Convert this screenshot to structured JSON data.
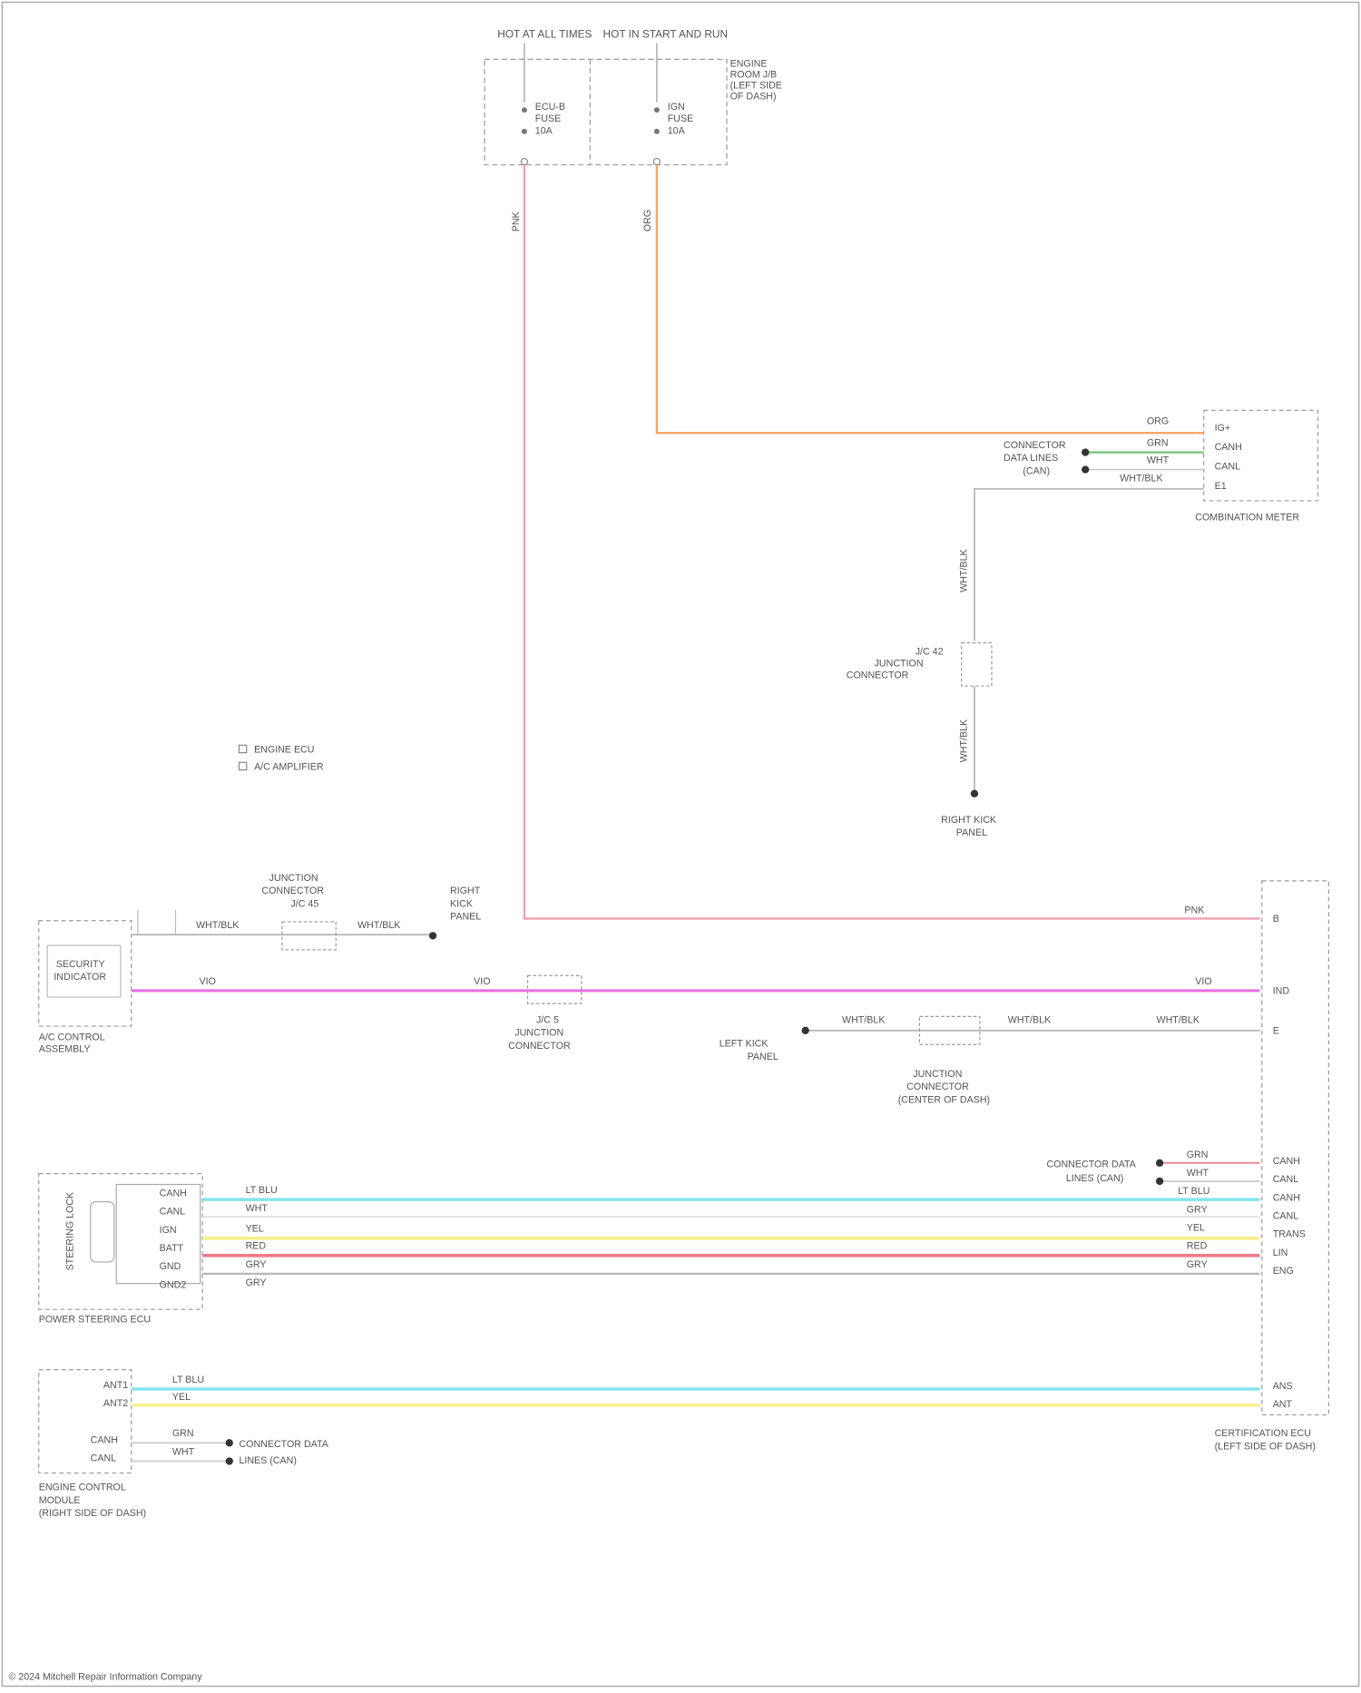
{
  "diagram": {
    "footer_text": "© 2024 Mitchell Repair Information Company",
    "colors": {
      "pink": "#f4a0b4",
      "orange": "#f6a66a",
      "magenta": "#e96ee6",
      "cyan": "#84e4ee",
      "yellow": "#f7f08a",
      "red": "#f07a8a",
      "gray": "#b9b9b9",
      "green": "#78c878",
      "border": "#aaaaaa",
      "dash": "#9a9a9a"
    },
    "fuse_box": {
      "label_left": "HOT AT ALL TIMES",
      "label_right": "HOT IN START AND RUN",
      "side_label": [
        "ENGINE",
        "ROOM J/B",
        "(LEFT SIDE",
        "OF DASH)"
      ],
      "fuse_left": [
        "ECU-B",
        "FUSE",
        "10A"
      ],
      "fuse_right": [
        "IGN",
        "FUSE",
        "10A"
      ],
      "wire_left": "PNK",
      "wire_right": "ORG"
    },
    "combination_meter": {
      "title": "COMBINATION METER",
      "pins": [
        "IG+",
        "CANH",
        "CANL",
        "E1"
      ],
      "wire_labels": [
        "ORG",
        "GRN",
        "WHT",
        "WHT/BLK"
      ],
      "bus_labels": [
        "CONNECTOR",
        "DATA LINES",
        "(CAN)"
      ]
    },
    "ground_joint": {
      "label": [
        "J/C 42",
        "JUNCTION",
        "CONNECTOR"
      ],
      "wire_top": "WHT/BLK",
      "wire_bottom": "WHT/BLK",
      "ground_label": [
        "RIGHT KICK",
        "PANEL"
      ]
    },
    "legend": {
      "items": [
        "ENGINE ECU",
        "A/C AMPLIFIER"
      ]
    },
    "ac_control": {
      "title": [
        "A/C CONTROL",
        "ASSEMBLY"
      ],
      "inner": [
        "SECURITY",
        "INDICATOR"
      ],
      "top_wire": "WHT/BLK",
      "top_joint": [
        "JUNCTION",
        "CONNECTOR",
        "J/C 45"
      ],
      "top_wire2": "WHT/BLK",
      "ground1": [
        "RIGHT",
        "KICK",
        "PANEL"
      ],
      "mid_wire": "VIO",
      "mid_wire2": "VIO",
      "mid_joint": [
        "J/C 5",
        "JUNCTION",
        "CONNECTOR"
      ]
    },
    "gateway": {
      "title": [
        "CERTIFICATION ECU",
        "(LEFT SIDE OF DASH)"
      ],
      "pins_top": [
        "B",
        "IND",
        "E"
      ],
      "pins_bus": [
        "CANH",
        "CANL",
        "CANH",
        "CANL",
        "TRANS",
        "LIN",
        "ENG"
      ],
      "pins_bottom": [
        "ANS",
        "ANT"
      ],
      "wire_top": "PNK",
      "wire_mid": "VIO",
      "wire_gnd": "WHT/BLK",
      "bus_label": [
        "CONNECTOR DATA",
        "LINES (CAN)"
      ],
      "wire_labels_bus": [
        "GRN",
        "WHT",
        "LT BLU",
        "GRY",
        "YEL",
        "RED",
        "GRY"
      ]
    },
    "lower_ground": {
      "wire_left": "WHT/BLK",
      "wire_right": "WHT/BLK",
      "joint": [
        "JUNCTION",
        "CONNECTOR",
        "(CENTER OF DASH)"
      ],
      "ground_label": [
        "LEFT KICK",
        "PANEL"
      ]
    },
    "steering": {
      "title": "POWER STEERING ECU",
      "side_text": "STEERING LOCK",
      "pins": [
        "CANH",
        "CANL",
        "IGN",
        "BATT",
        "GND",
        "GND2"
      ],
      "wires": [
        "LT BLU",
        "WHT",
        "YEL",
        "RED",
        "GRY",
        "GRY"
      ]
    },
    "engine_switch": {
      "title": [
        "ENGINE CONTROL",
        "MODULE",
        "(RIGHT SIDE OF DASH)"
      ],
      "pins": [
        "ANT1",
        "ANT2",
        "CANH",
        "CANL"
      ],
      "wires": [
        "LT BLU",
        "YEL",
        "GRN",
        "WHT"
      ],
      "bus_label": [
        "CONNECTOR DATA",
        "LINES (CAN)"
      ]
    }
  }
}
